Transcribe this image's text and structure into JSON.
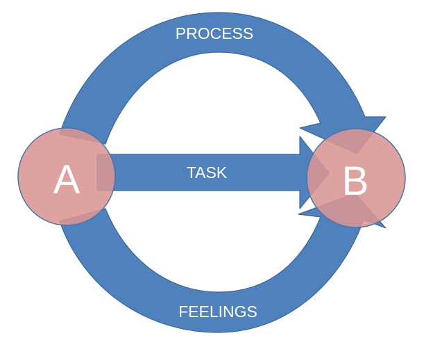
{
  "diagram": {
    "nodes": {
      "start": {
        "label": "A"
      },
      "end": {
        "label": "B"
      }
    },
    "arrows": {
      "top": {
        "label": "PROCESS"
      },
      "middle": {
        "label": "TASK"
      },
      "bottom": {
        "label": "FEELINGS"
      }
    },
    "colors": {
      "arrow_fill": "#4f81bd",
      "arrow_outline": "#3c6699",
      "node_fill": "#d99694",
      "node_outline": "#4a74a8",
      "label_text": "#ffffff"
    }
  }
}
